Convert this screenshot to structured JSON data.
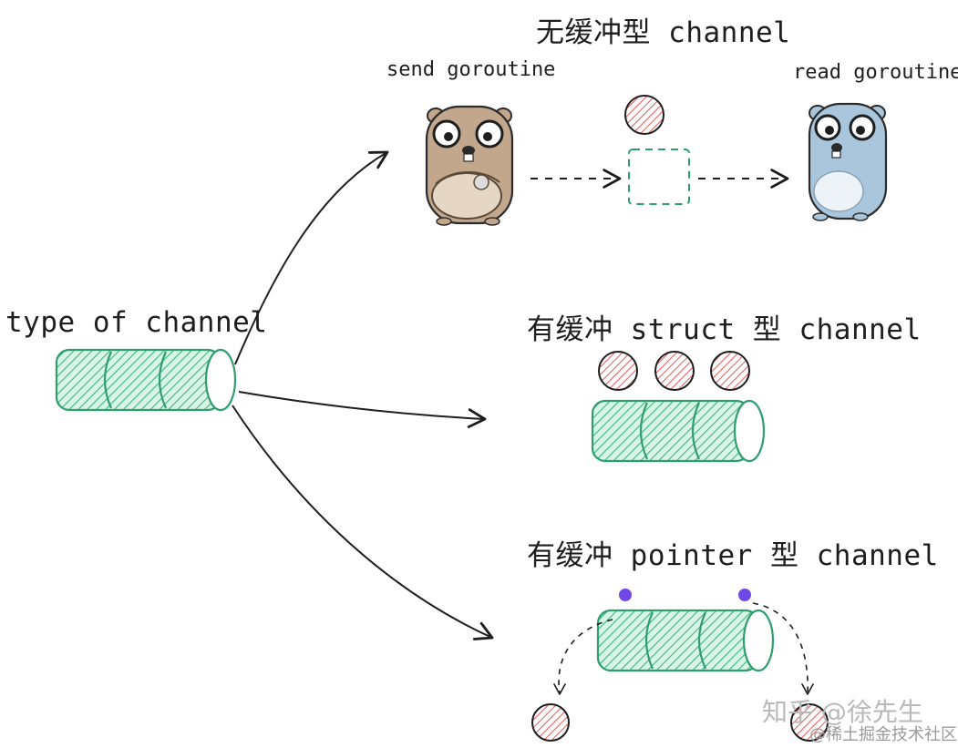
{
  "labels": {
    "root": "type of channel",
    "unbuffered": "无缓冲型 channel",
    "buffered_struct": "有缓冲 struct 型 channel",
    "buffered_pointer": "有缓冲 pointer 型 channel",
    "send_goroutine": "send goroutine",
    "read_goroutine": "read goroutine"
  },
  "watermarks": {
    "zhihu": "知乎 @徐先生",
    "juejin": "@稀土掘金技术社区"
  },
  "colors": {
    "ink": "#1e1e1e",
    "channel_green": "#2f9e6e",
    "channel_fill": "#b6ecd2",
    "token_red": "#e03131",
    "send_gopher": "#c2a78c",
    "read_gopher": "#a9c6dd",
    "pointer_dot": "#7048e8"
  }
}
